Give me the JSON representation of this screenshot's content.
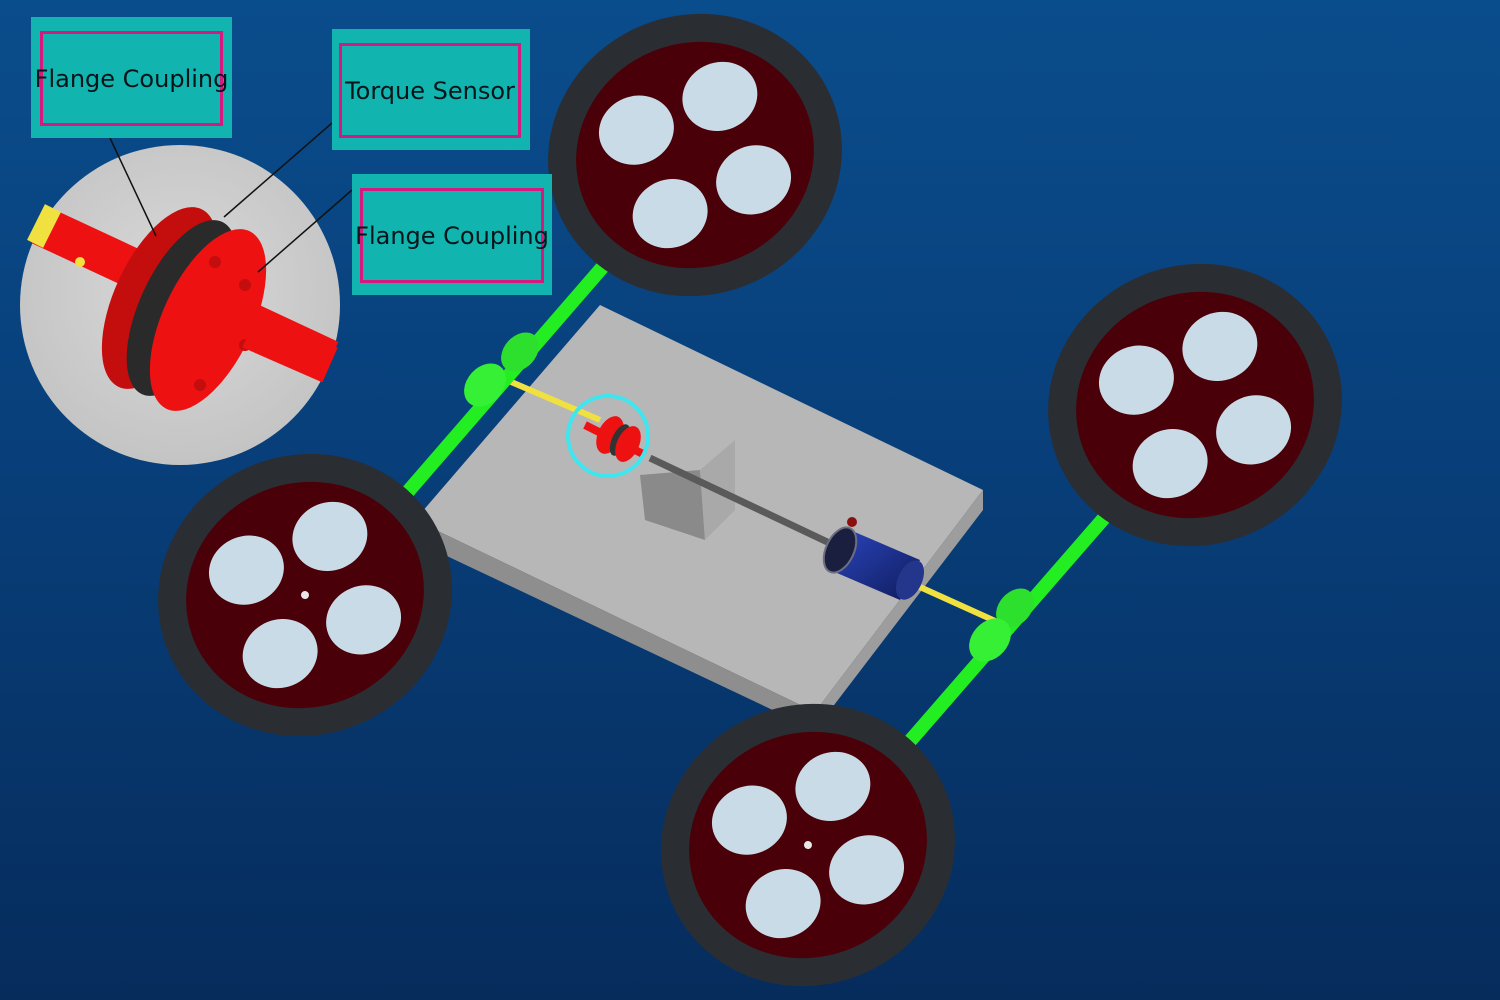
{
  "labels": {
    "flange_coupling_left": "Flange Coupling",
    "torque_sensor": "Torque Sensor",
    "flange_coupling_right": "Flange Coupling"
  },
  "colors": {
    "background_top": "#0a4d8c",
    "background_bottom": "#062c5c",
    "label_fill": "#12b4b0",
    "label_border": "#d6197e",
    "axle": "#22ee22",
    "wheel_disc": "#4a0008",
    "wheel_hole": "#c9dbe6",
    "tire": "#2a2e33",
    "chassis": "#b9b9b9",
    "coupling": "#ee1111",
    "drive_shaft": "#f0e040",
    "motor": "#1b2f8a",
    "highlight_circle": "#3ee6f0"
  },
  "icons": {
    "wheel": "wheel-icon",
    "axle": "axle-icon",
    "coupling": "flange-coupling-icon",
    "motor": "motor-icon"
  }
}
